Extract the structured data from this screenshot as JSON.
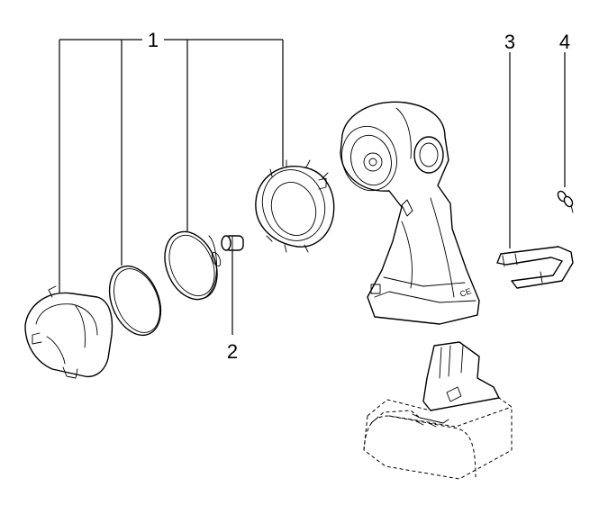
{
  "callouts": [
    {
      "id": "1",
      "text": "1"
    },
    {
      "id": "2",
      "text": "2"
    },
    {
      "id": "3",
      "text": "3"
    },
    {
      "id": "4",
      "text": "4"
    }
  ],
  "marks": {
    "ce": "CE"
  }
}
